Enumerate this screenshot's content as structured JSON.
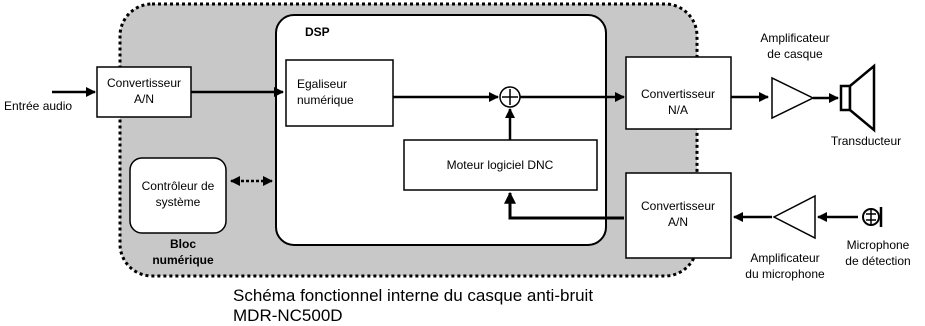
{
  "diagram": {
    "input_label": "Entrée audio",
    "adc_in": [
      "Convertisseur",
      "A/N"
    ],
    "dsp_title": "DSP",
    "equalizer": [
      "Egaliseur",
      "numérique"
    ],
    "dnc_engine": "Moteur logiciel DNC",
    "system_controller": [
      "Contrôleur de",
      "système"
    ],
    "digital_block": [
      "Bloc",
      "numérique"
    ],
    "dac": [
      "Convertisseur",
      "N/A"
    ],
    "adc_mic": [
      "Convertisseur",
      "A/N"
    ],
    "headphone_amp": [
      "Amplificateur",
      "de casque"
    ],
    "transducer": "Transducteur",
    "mic_amp": [
      "Amplificateur",
      "du microphone"
    ],
    "sensing_mic": [
      "Microphone",
      "de détection"
    ],
    "caption": [
      "Schéma fonctionnel interne du casque anti-bruit",
      "MDR-NC500D"
    ]
  }
}
